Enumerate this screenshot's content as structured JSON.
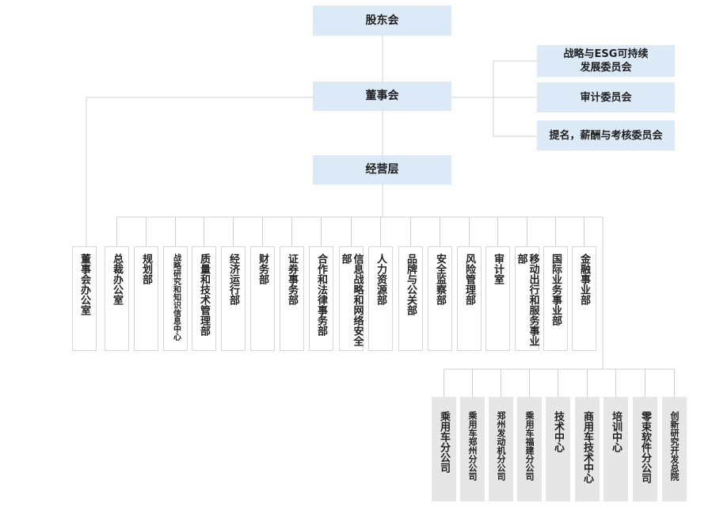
{
  "top": {
    "shareholders": "股东会",
    "board": "董事会",
    "management": "经营层"
  },
  "committees": [
    "战略与ESG可持续\n发展委员会",
    "审计委员会",
    "提名，薪酬与考核委员会"
  ],
  "departments": [
    "董事会办公室",
    "总裁办公室",
    "规划部",
    "战略研究和知识信息中心",
    "质量和技术管理部",
    "经济运行部",
    "财务部",
    "证券事务部",
    "合作和法律事务部",
    "信息战略和网络安全部",
    "人力资源部",
    "品牌与公关部",
    "安全监察部",
    "风险管理部",
    "审计室",
    "移动出行和服务事业部",
    "国际业务事业部",
    "金融事业部"
  ],
  "subsidiaries": [
    "乘用车分公司",
    "乘用车郑州分公司",
    "郑州发动机分公司",
    "乘用车福建分公司",
    "技术中心",
    "商用车技术中心",
    "培训中心",
    "零束软件分公司",
    "创新研究开发总院"
  ],
  "colors": {
    "top_box": "#dceaf7",
    "line": "#d0d0d0",
    "sub_box": "#e6e6e6"
  }
}
